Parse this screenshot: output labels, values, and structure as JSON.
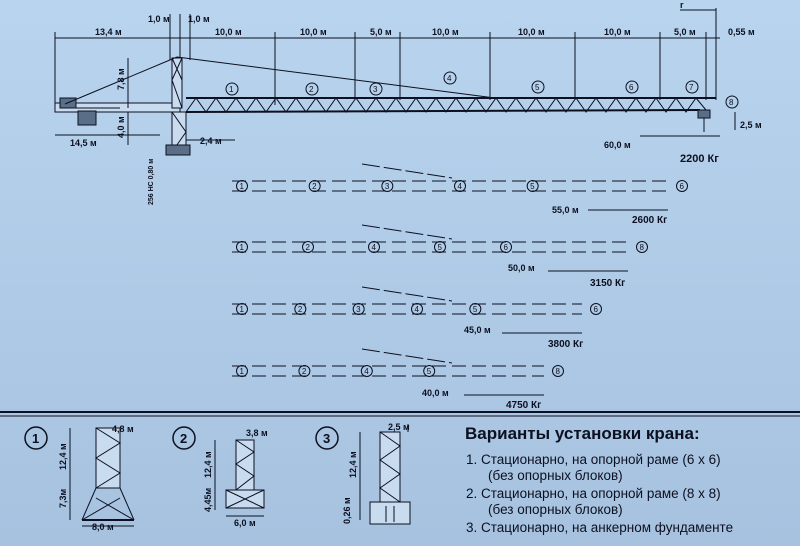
{
  "main": {
    "dims_top": [
      "13,4 м",
      "1,0 м",
      "1,0 м",
      "10,0 м",
      "10,0 м",
      "5,0 м",
      "10,0 м",
      "10,0 м",
      "10,0 м",
      "5,0 м",
      "0,55 м"
    ],
    "r_label": "r",
    "dims_side": [
      "7,8 м",
      "4,0 м",
      "14,5 м",
      "2,4 м",
      "2,5 м"
    ],
    "tower_base_label": "256 НС 0,80 м",
    "section_nums": [
      "1",
      "2",
      "3",
      "4",
      "5",
      "6",
      "7",
      "8"
    ],
    "reach_label": "60,0 м",
    "load_label": "2200 Кг"
  },
  "configs": [
    {
      "nums": [
        "1",
        "2",
        "3",
        "4",
        "5",
        "6"
      ],
      "reach": "55,0 м",
      "load": "2600 Кг"
    },
    {
      "nums": [
        "1",
        "2",
        "4",
        "5",
        "6",
        "8"
      ],
      "reach": "50,0 м",
      "load": "3150 Кг"
    },
    {
      "nums": [
        "1",
        "2",
        "3",
        "4",
        "5",
        "6"
      ],
      "reach": "45,0 м",
      "load": "3800 Кг"
    },
    {
      "nums": [
        "1",
        "2",
        "4",
        "5",
        "8"
      ],
      "reach": "40,0 м",
      "load": "4750 Кг"
    }
  ],
  "install": [
    {
      "num": "1",
      "dims": [
        "4,8 м",
        "12,4 м",
        "7,3м",
        "8,0 м"
      ]
    },
    {
      "num": "2",
      "dims": [
        "3,8 м",
        "12,4 м",
        "4,45м",
        "6,0 м"
      ]
    },
    {
      "num": "3",
      "dims": [
        "2,5 м",
        "12,4 м",
        "0,26 м"
      ]
    }
  ],
  "legend": {
    "title": "Варианты установки крана:",
    "items": [
      {
        "main": "1. Стационарно, на опорной раме (6 х 6)",
        "sub": "(без опорных блоков)"
      },
      {
        "main": "2. Стационарно, на опорной раме (8 х 8)",
        "sub": "(без опорных блоков)"
      },
      {
        "main": "3. Стационарно, на анкерном фундаменте",
        "sub": ""
      }
    ]
  }
}
